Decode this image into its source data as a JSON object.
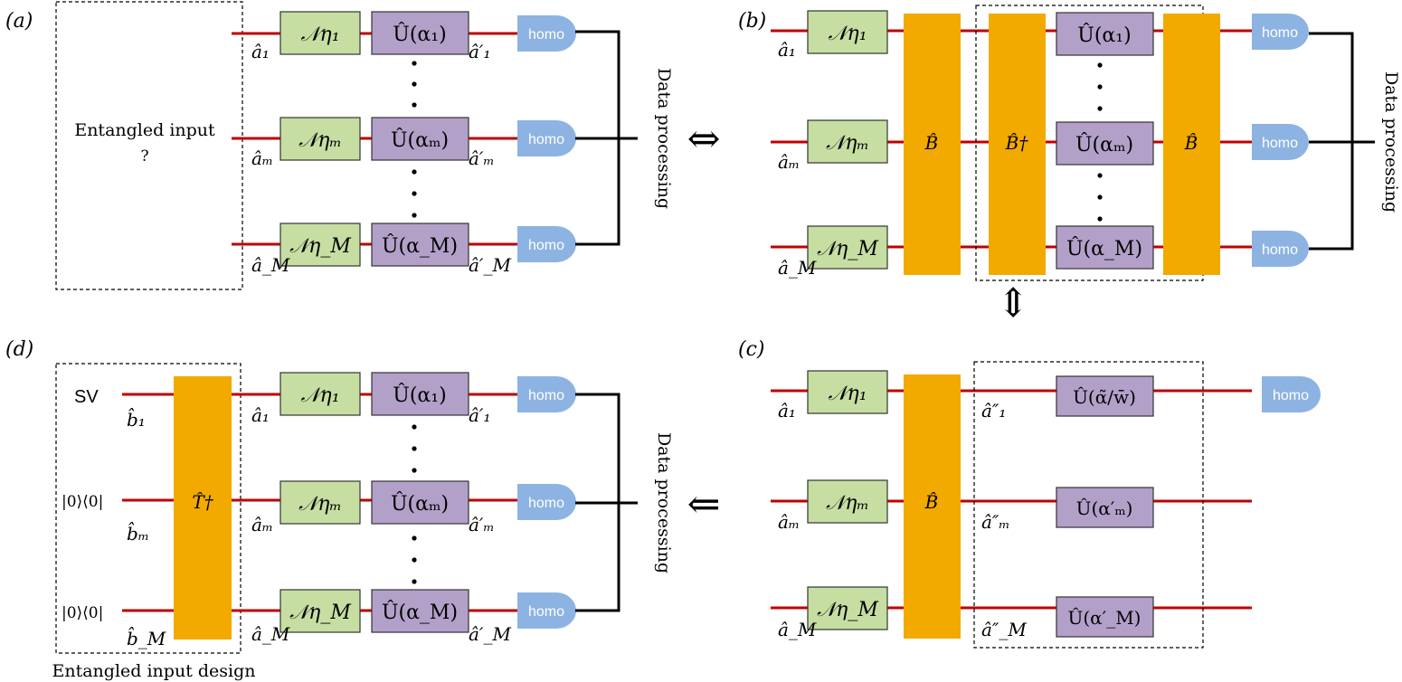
{
  "panels": {
    "a": {
      "label": "(a)",
      "input_box": {
        "line1": "Entangled input",
        "line2": "?"
      }
    },
    "b": {
      "label": "(b)"
    },
    "c": {
      "label": "(c)"
    },
    "d": {
      "label": "(d)",
      "input_caption": "Entangled input design",
      "sv_label": "SV",
      "vacuum_label": "|0⟩⟨0|"
    }
  },
  "modes": {
    "in": [
      "â₁",
      "âₘ",
      "â_M"
    ],
    "out": [
      "â′₁",
      "â′ₘ",
      "â′_M"
    ],
    "out2": [
      "â″₁",
      "â″ₘ",
      "â″_M"
    ],
    "b_modes": [
      "b̂₁",
      "b̂ₘ",
      "b̂_M"
    ]
  },
  "blocks": {
    "noise": [
      "𝒩η₁",
      "𝒩ηₘ",
      "𝒩η_M"
    ],
    "unitary": [
      "Û(α₁)",
      "Û(αₘ)",
      "Û(α_M)"
    ],
    "unitary_c": [
      "Û(α̃/w̄)",
      "Û(α′ₘ)",
      "Û(α′_M)"
    ],
    "beam_splitter": "B̂",
    "beam_splitter_dag": "B̂†",
    "transform_dag": "T̂†"
  },
  "detector_label": "homo",
  "data_processing": "Data processing",
  "arrows": {
    "ab": "⇔",
    "bc": "⇕",
    "cd": "⇐"
  },
  "colors": {
    "wire": "#c00000",
    "noise": "#c6dea2",
    "unitary": "#b2a0c9",
    "beam_splitter": "#f2a900",
    "detector": "#8db3e2"
  }
}
